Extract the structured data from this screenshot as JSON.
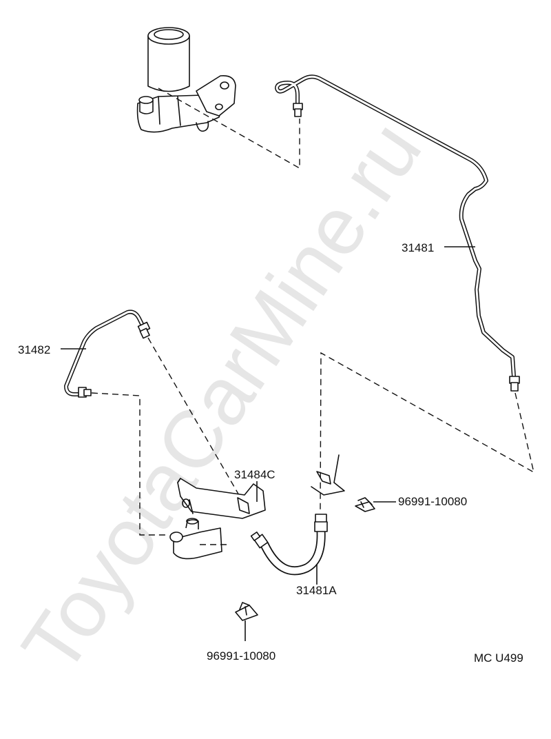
{
  "watermark": "ToyotaCarMine.ru",
  "labels": {
    "p31481": "31481",
    "p31482": "31482",
    "p31484c": "31484C",
    "p31481a": "31481A",
    "clip_right": "96991-10080",
    "clip_bottom": "96991-10080",
    "diagram_code": "MC U499"
  }
}
